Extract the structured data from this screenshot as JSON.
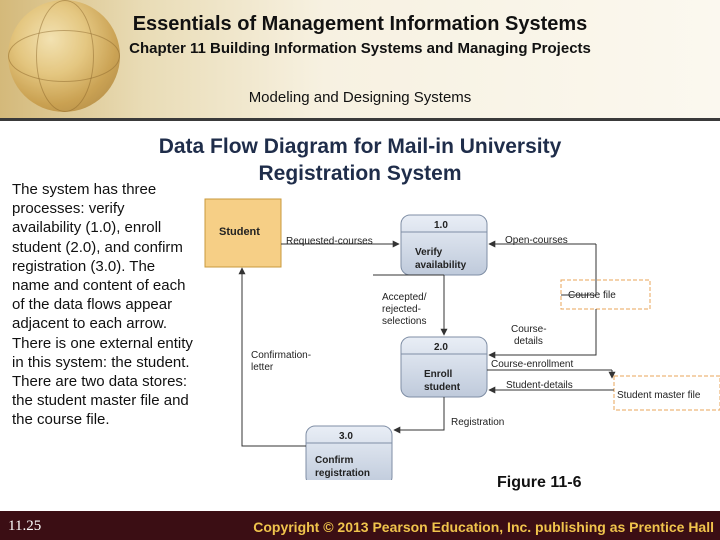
{
  "header": {
    "title": "Essentials of Management Information Systems",
    "chapter": "Chapter 11 Building Information Systems and Managing Projects",
    "section": "Modeling and Designing Systems"
  },
  "slide": {
    "title_line1": "Data Flow Diagram for Mail-in University",
    "title_line2": "Registration System",
    "body": "The system has three processes: verify availability (1.0), enroll student (2.0), and confirm registration (3.0). The name and content of each of the data flows appear adjacent to each arrow. There is one external entity in this system: the student. There are two data stores: the student master file and the course file.",
    "figure": "Figure 11-6"
  },
  "diagram": {
    "entity": "Student",
    "processes": [
      {
        "id": "1.0",
        "line1": "Verify",
        "line2": "availability"
      },
      {
        "id": "2.0",
        "line1": "Enroll",
        "line2": "student"
      },
      {
        "id": "3.0",
        "line1": "Confirm",
        "line2": "registration"
      }
    ],
    "stores": {
      "course": "Course file",
      "student_master": "Student master file"
    },
    "flows": {
      "requested_courses": "Requested-courses",
      "open_courses": "Open-courses",
      "accepted_1": "Accepted/",
      "accepted_2": "rejected-",
      "accepted_3": "selections",
      "course_details_1": "Course-",
      "course_details_2": "details",
      "course_enrollment": "Course-enrollment",
      "student_details": "Student-details",
      "confirmation_1": "Confirmation-",
      "confirmation_2": "letter",
      "registration": "Registration"
    }
  },
  "footer": {
    "page": "11.25",
    "copyright": "Copyright © 2013 Pearson Education, Inc. publishing as Prentice Hall"
  }
}
